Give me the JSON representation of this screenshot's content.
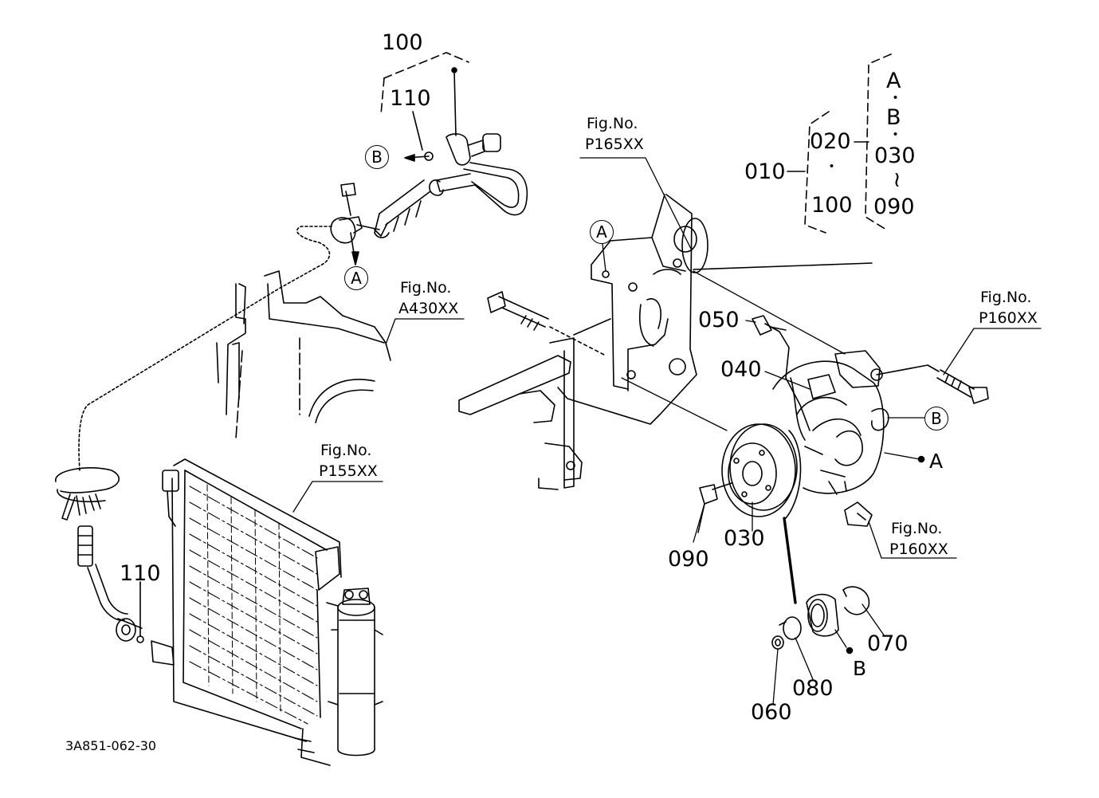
{
  "callouts": {
    "p100": "100",
    "p110_top": "110",
    "p110_left": "110",
    "p010": "010",
    "p020": "020",
    "p100_right": "100",
    "p030_right": "030",
    "p090_right": "090",
    "p050": "050",
    "p040": "040",
    "p090": "090",
    "p030": "030",
    "p070": "070",
    "p060": "060",
    "p080": "080"
  },
  "group_letters": {
    "a_top": "A",
    "b_top": "B",
    "dot": "・",
    "tilde": "~",
    "a_comp": "A",
    "b_clutch": "B"
  },
  "circled": {
    "b_hose": "B",
    "a_hose": "A",
    "a_bracket": "A",
    "b_comp": "B"
  },
  "fig_refs": {
    "a430_label": "Fig.No.",
    "a430_code": "A430XX",
    "p165_label": "Fig.No.",
    "p165_code": "P165XX",
    "p160_label": "Fig.No.",
    "p160_code": "P160XX",
    "p155_label": "Fig.No.",
    "p155_code": "P155XX",
    "p160b_label": "Fig.No.",
    "p160b_code": "P160XX"
  },
  "footer": {
    "drawing_code": "3A851-062-30"
  },
  "colors": {
    "ink": "#000000",
    "paper": "#ffffff"
  }
}
